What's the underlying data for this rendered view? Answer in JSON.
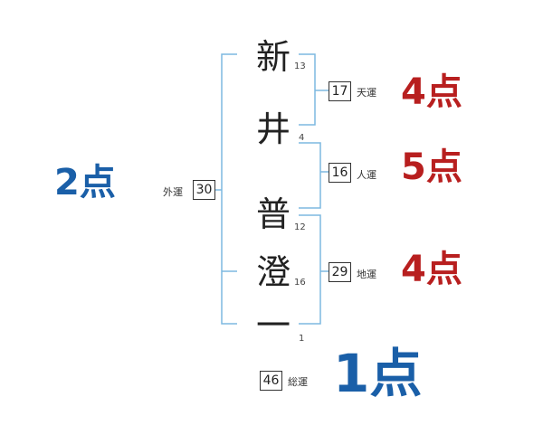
{
  "name": [
    {
      "char": "新",
      "strokes": "13"
    },
    {
      "char": "井",
      "strokes": "4"
    },
    {
      "char": "普",
      "strokes": "12"
    },
    {
      "char": "澄",
      "strokes": "16"
    },
    {
      "char": "一",
      "strokes": "1"
    }
  ],
  "fortunes": {
    "tenun": {
      "value": "17",
      "label": "天運",
      "score": "4点"
    },
    "jinun": {
      "value": "16",
      "label": "人運",
      "score": "5点"
    },
    "chiun": {
      "value": "29",
      "label": "地運",
      "score": "4点"
    },
    "gaiun": {
      "value": "30",
      "label": "外運",
      "score": "2点"
    },
    "souun": {
      "value": "46",
      "label": "総運",
      "score": "1点"
    }
  },
  "colors": {
    "bracket": "#7db8e0",
    "good": "#b81f1f",
    "bad": "#1a5fa8"
  }
}
